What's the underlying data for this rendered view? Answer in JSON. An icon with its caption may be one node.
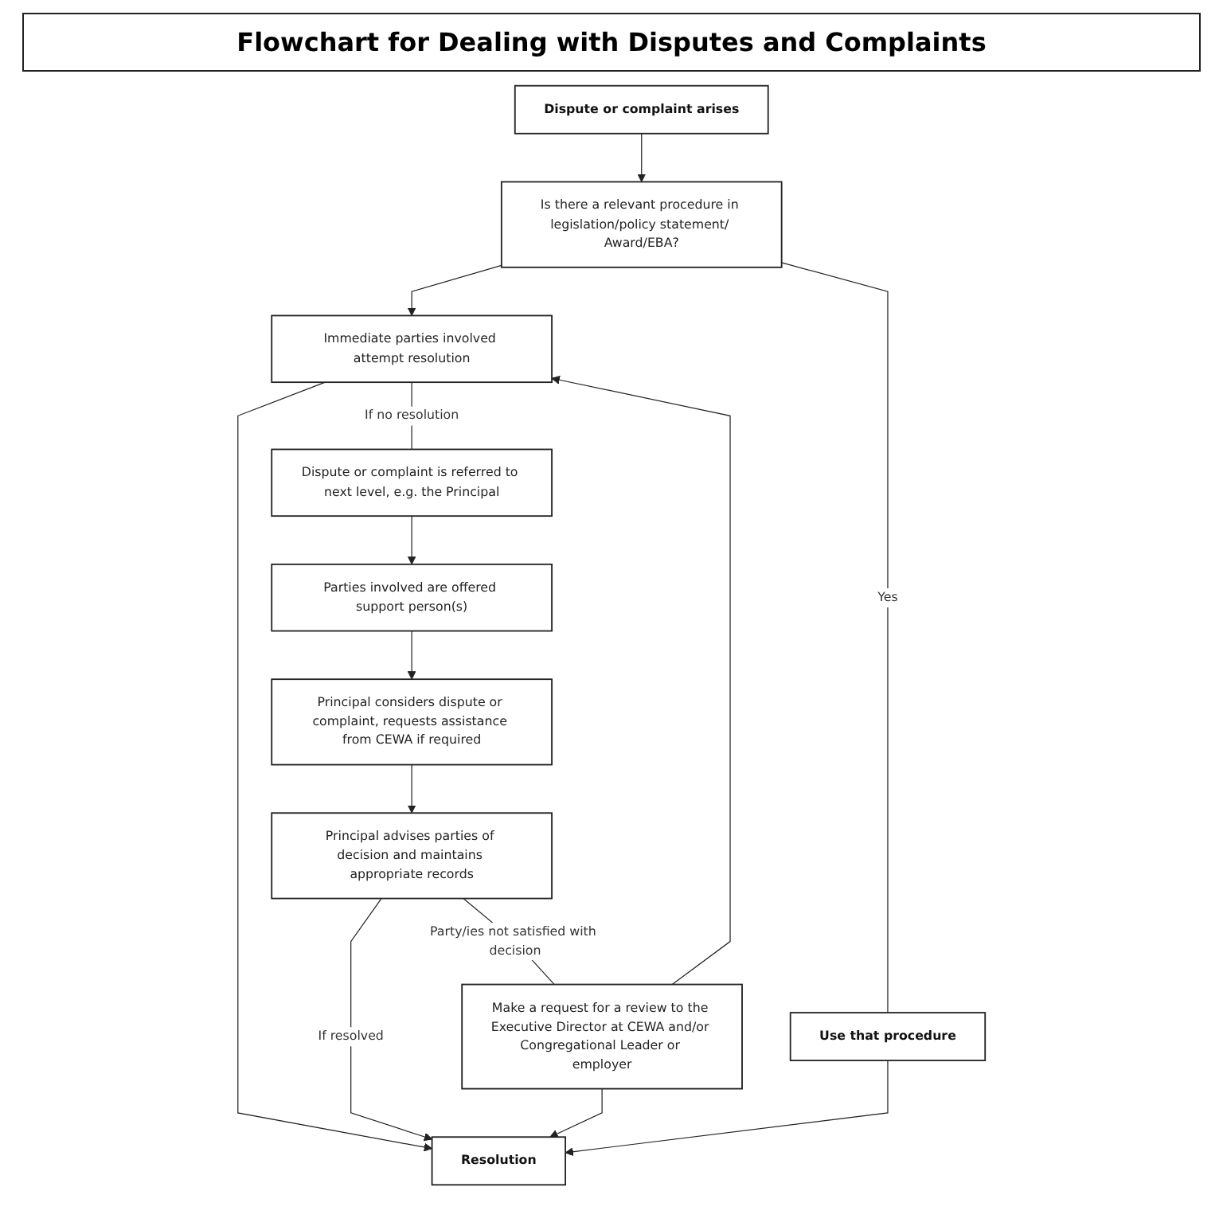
{
  "diagram": {
    "title": "Flowchart for Dealing with Disputes and Complaints",
    "nodes": [
      {
        "text": [
          "Dispute or complaint arises"
        ]
      },
      {
        "text": [
          "Is there a relevant procedure in legislation/policy statement/ Award/EBA?"
        ]
      },
      {
        "text": [
          "Immediate parties involved attempt resolution"
        ]
      },
      {
        "text": [
          "Dispute or complaint is referred to next level, e.g. the Principal"
        ]
      },
      {
        "text": [
          "Parties involved are offered support person(s)"
        ]
      },
      {
        "text": [
          "Principal considers dispute or complaint, requests assistance from CEWA if required"
        ]
      },
      {
        "text": [
          "Principal advises parties of decision and maintains appropriate records"
        ]
      },
      {
        "text": [
          "Make a request for a review to the Executive Director at CEWA and/or Congregational Leader or employer"
        ]
      },
      {
        "text": [
          "Use that procedure"
        ]
      },
      {
        "text": [
          "Resolution"
        ]
      }
    ],
    "edges": [
      {
        "from": 0,
        "to": 1,
        "arrow": "to"
      },
      {
        "from": 1,
        "to": 2,
        "arrow": "to"
      },
      {
        "from": 2,
        "to": 3,
        "arrow": "none",
        "label": "If no resolution"
      },
      {
        "from": 3,
        "to": 4,
        "arrow": "to"
      },
      {
        "from": 4,
        "to": 5,
        "arrow": "to"
      },
      {
        "from": 5,
        "to": 6,
        "arrow": "to"
      },
      {
        "from": 6,
        "to": 7,
        "arrow": "none",
        "label": "Party/ies not satisfied with decision"
      },
      {
        "from": 7,
        "to": 2,
        "arrow": "to"
      },
      {
        "from": 2,
        "to": 9,
        "arrow": "to"
      },
      {
        "from": 6,
        "to": 9,
        "arrow": "to",
        "label": "If resolved"
      },
      {
        "from": 7,
        "to": 9,
        "arrow": "to"
      },
      {
        "from": 1,
        "to": 8,
        "arrow": "none",
        "label": "Yes"
      },
      {
        "from": 8,
        "to": 9,
        "arrow": "to"
      }
    ]
  }
}
